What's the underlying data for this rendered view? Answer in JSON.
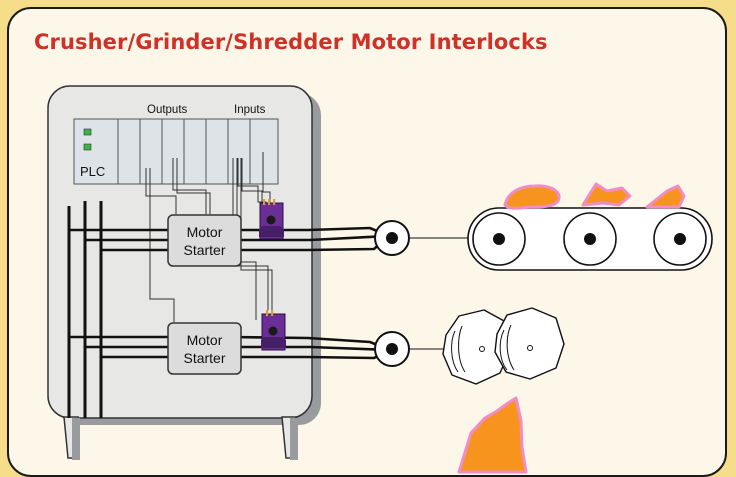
{
  "title": "Crusher/Grinder/Shredder Motor Interlocks",
  "plc": {
    "label": "PLC",
    "outputs_label": "Outputs",
    "inputs_label": "Inputs"
  },
  "starters": [
    {
      "line1": "Motor",
      "line2": "Starter"
    },
    {
      "line1": "Motor",
      "line2": "Starter"
    }
  ],
  "colors": {
    "title": "#cf3127",
    "background": "#f6dd8a",
    "panel": "#fdf7e9",
    "plc_body": "#dde3e7",
    "led": "#3cb34a",
    "sensor": "#6a2e96",
    "material": "#f7941d",
    "material_outline": "#f08dc6"
  },
  "icons": [
    "control-cabinet-icon",
    "plc-icon",
    "motor-starter-icon",
    "current-sensor-icon",
    "motor-icon",
    "conveyor-icon",
    "crusher-rollers-icon",
    "material-chunk-icon"
  ]
}
